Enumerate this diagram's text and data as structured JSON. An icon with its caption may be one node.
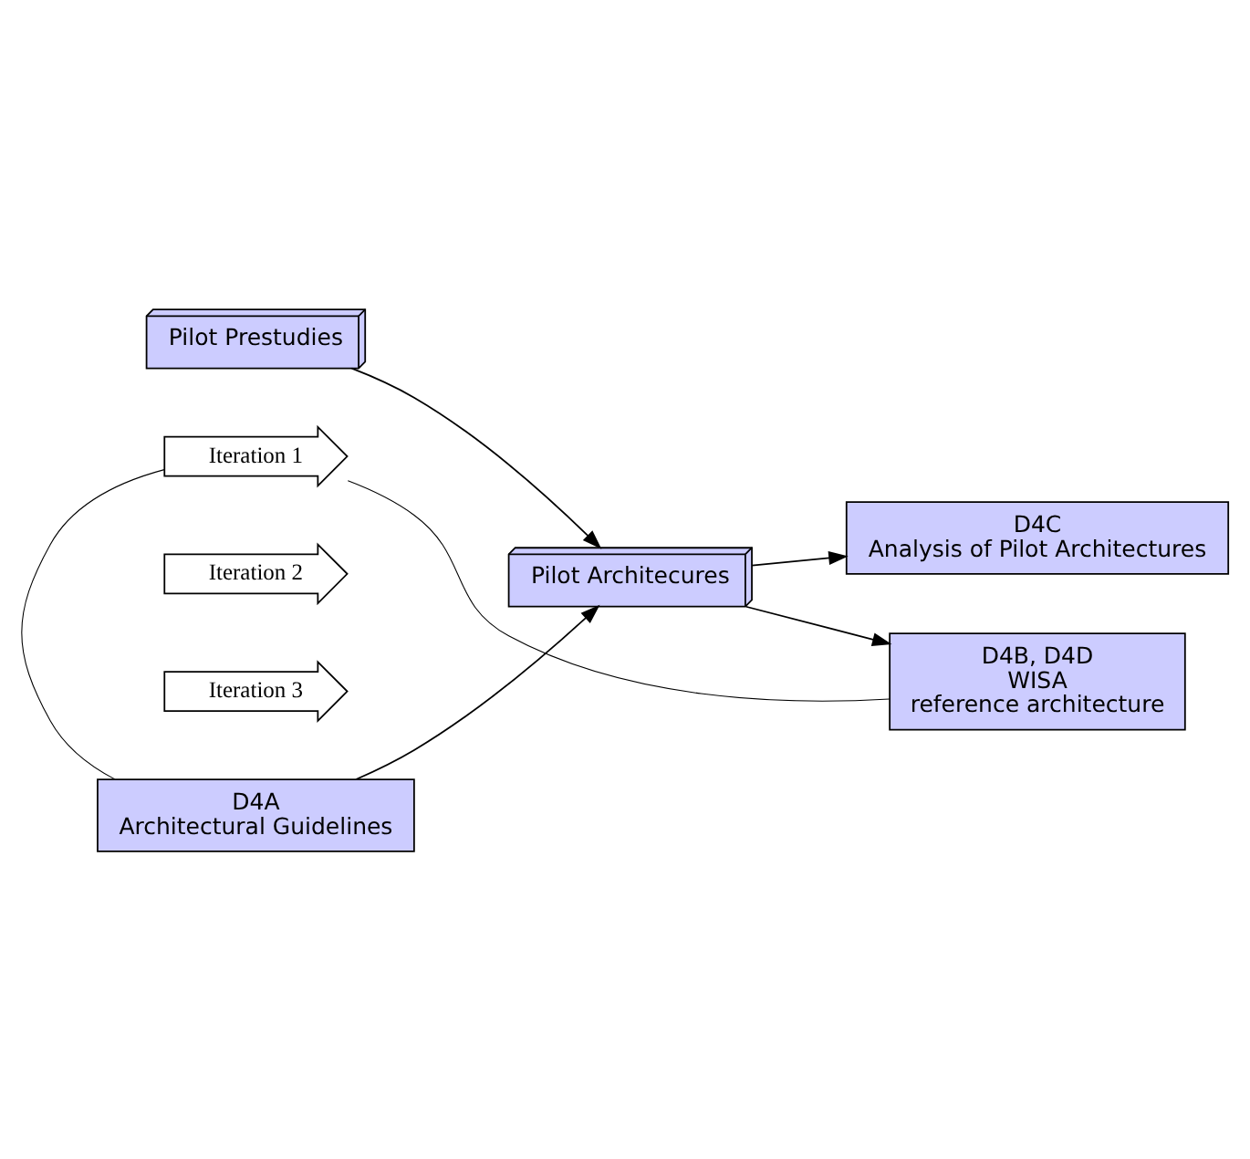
{
  "diagram": {
    "nodes": [
      {
        "text": [
          "Pilot Prestudies"
        ]
      },
      {
        "text": [
          "D4A",
          "Architectural Guidelines"
        ]
      },
      {
        "text": [
          "Pilot Architecures"
        ]
      },
      {
        "text": [
          "D4C",
          "Analysis of Pilot Architectures"
        ]
      },
      {
        "text": [
          "D4B, D4D",
          "WISA",
          "reference architecture"
        ]
      },
      {
        "text": [
          "Iteration 1"
        ]
      },
      {
        "text": [
          "Iteration 2"
        ]
      },
      {
        "text": [
          "Iteration 3"
        ]
      }
    ],
    "edges": [
      {
        "from": 0,
        "to": 2,
        "arrow": "to"
      },
      {
        "from": 1,
        "to": 2,
        "arrow": "to"
      },
      {
        "from": 2,
        "to": 3,
        "arrow": "to"
      },
      {
        "from": 2,
        "to": 4,
        "arrow": "to"
      },
      {
        "from": 1,
        "to": 5,
        "arrow": "none"
      },
      {
        "from": 4,
        "to": 5,
        "arrow": "none"
      }
    ]
  }
}
